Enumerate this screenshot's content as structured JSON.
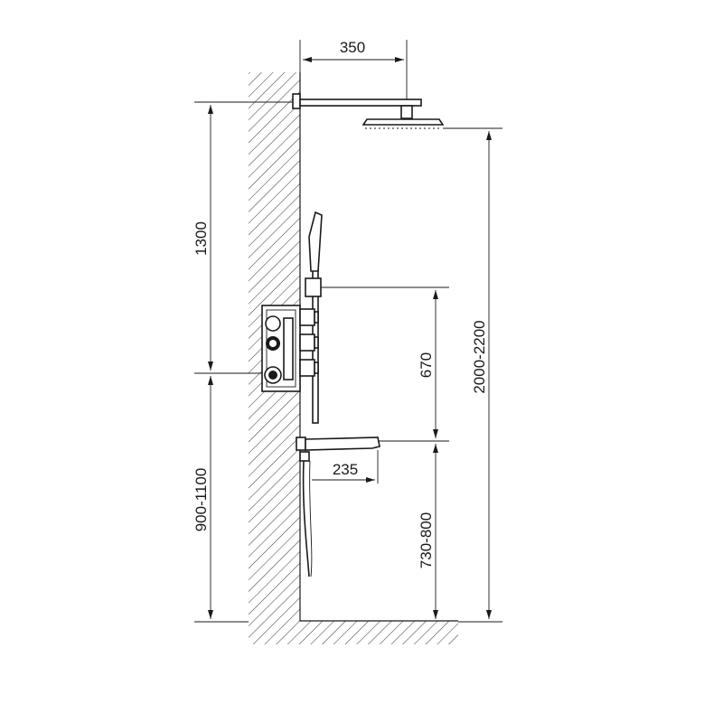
{
  "diagram": {
    "dimensions": {
      "rain_arm_length": "350",
      "head_height_above_valve": "1300",
      "valve_height": "900-1100",
      "valve_to_spout": "670",
      "spout_projection": "235",
      "spout_height": "730-800",
      "shower_head_height": "2000-2200"
    }
  }
}
